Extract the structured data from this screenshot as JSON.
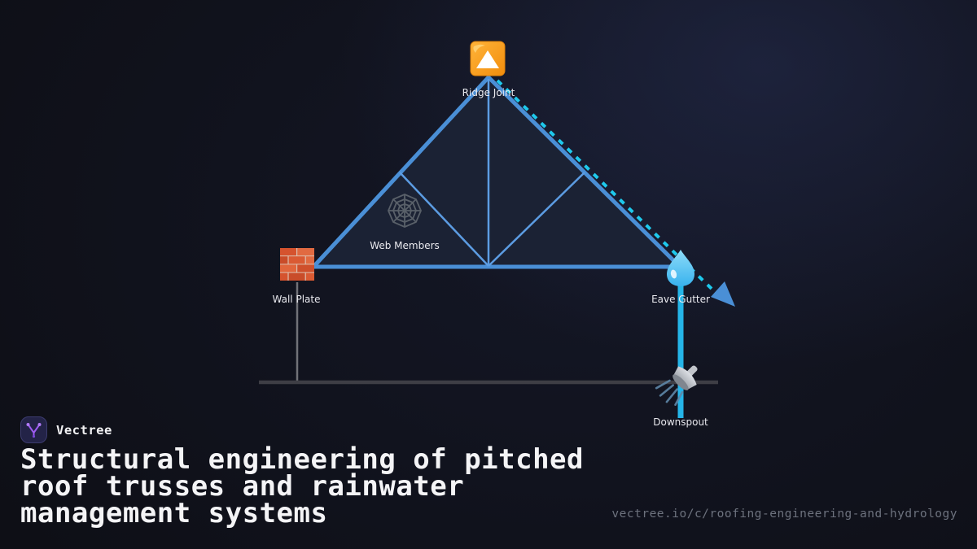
{
  "brand": {
    "name": "Vectree",
    "logo_icon": "vectree-logo-icon",
    "logo_bg": "#232347",
    "logo_accent": "#9d5cf0"
  },
  "title": {
    "lines": [
      "Structural engineering of pitched",
      "roof trusses and rainwater",
      "management systems"
    ]
  },
  "footer": {
    "url": "vectree.io/c/roofing-engineering-and-hydrology"
  },
  "diagram": {
    "labels": {
      "ridge_joint": "Ridge Joint",
      "web_members": "Web Members",
      "wall_plate": "Wall Plate",
      "eave_gutter": "Eave Gutter",
      "downspout": "Downspout"
    },
    "icons": [
      "triangle-up-icon",
      "spiderweb-icon",
      "brick-icon",
      "droplet-icon",
      "shower-icon"
    ],
    "colors": {
      "truss_stroke": "#4a8fd6",
      "web_stroke": "#5c9ce2",
      "truss_fill": "#1b2234",
      "flow_dash": "#1ec9ec",
      "arrow": "#4a8fd6",
      "pipe": "#25b5e8",
      "ground": "#3e3e45",
      "wall": "#717278",
      "ridge_icon": "#f89a1c",
      "label_text": "#e9e9ee"
    }
  }
}
